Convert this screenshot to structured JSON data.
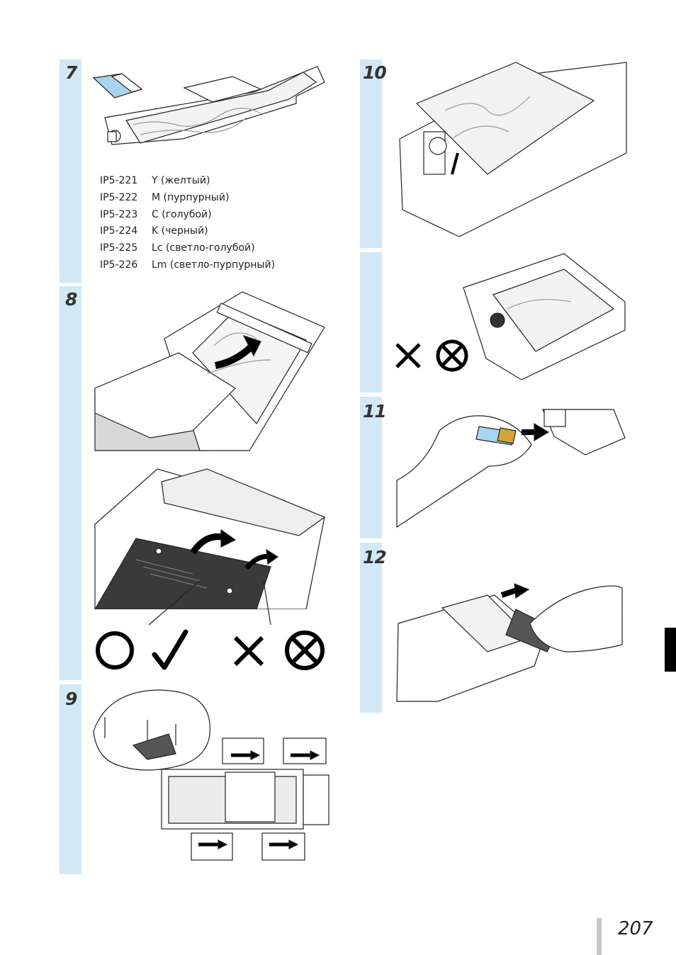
{
  "steps": {
    "s7": "7",
    "s8": "8",
    "s9": "9",
    "s10": "10",
    "s11": "11",
    "s12": "12"
  },
  "ink_codes": [
    {
      "code": "IP5-221",
      "name": "Y (желтый)"
    },
    {
      "code": "IP5-222",
      "name": "M (пурпурный)"
    },
    {
      "code": "IP5-223",
      "name": "C (голубой)"
    },
    {
      "code": "IP5-224",
      "name": "K (черный)"
    },
    {
      "code": "IP5-225",
      "name": "Lc (светло-голубой)"
    },
    {
      "code": "IP5-226",
      "name": "Lm (светло-пурпурный)"
    }
  ],
  "page_number": "207",
  "colors": {
    "band": "#d3e8f6",
    "chip": "#a9d4f0",
    "tab": "#000000"
  },
  "icons": [
    "correct-circle-icon",
    "check-mark-icon",
    "cross-icon",
    "prohibited-icon",
    "arrow-icon"
  ]
}
